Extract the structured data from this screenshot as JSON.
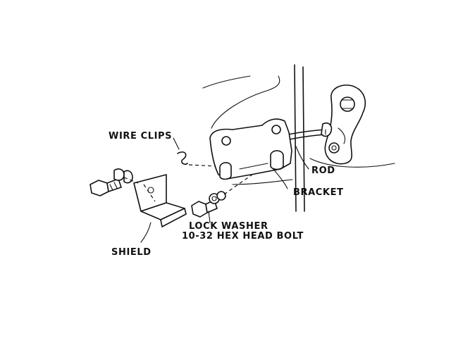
{
  "labels": {
    "wire_clips": "WIRE CLIPS",
    "rod": "ROD",
    "bracket": "BRACKET",
    "lock_washer": "LOCK WASHER",
    "hex_bolt": "10-32 HEX HEAD BOLT",
    "shield": "SHIELD"
  },
  "colors": {
    "ink": "#111111",
    "background": "#ffffff"
  }
}
